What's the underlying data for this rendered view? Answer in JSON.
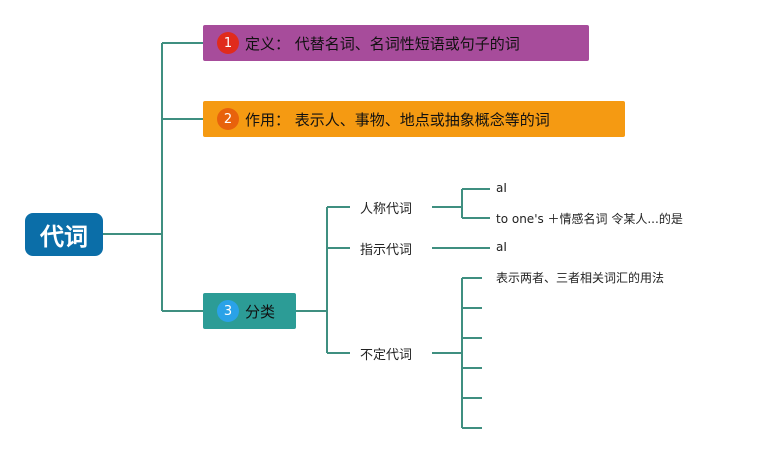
{
  "root": {
    "label": "代词"
  },
  "branches": [
    {
      "badge": "1",
      "text": "定义： 代替名词、名词性短语或句子的词"
    },
    {
      "badge": "2",
      "text": "作用： 表示人、事物、地点或抽象概念等的词"
    },
    {
      "badge": "3",
      "text": "分类"
    }
  ],
  "categories": {
    "personal": {
      "label": "人称代词",
      "leaves": [
        "aI",
        "to one's ＋情感名词 令某人...的是"
      ]
    },
    "demonstrative": {
      "label": "指示代词",
      "leaves": [
        "aI"
      ]
    },
    "indefinite": {
      "label": "不定代词",
      "leaves": [
        "表示两者、三者相关词汇的用法"
      ]
    }
  },
  "colors": {
    "root": "#0b6ea8",
    "branch_definition": "#a74c9b",
    "branch_function": "#f59a12",
    "branch_classification": "#2c9c96",
    "connector": "#3f8f80"
  }
}
